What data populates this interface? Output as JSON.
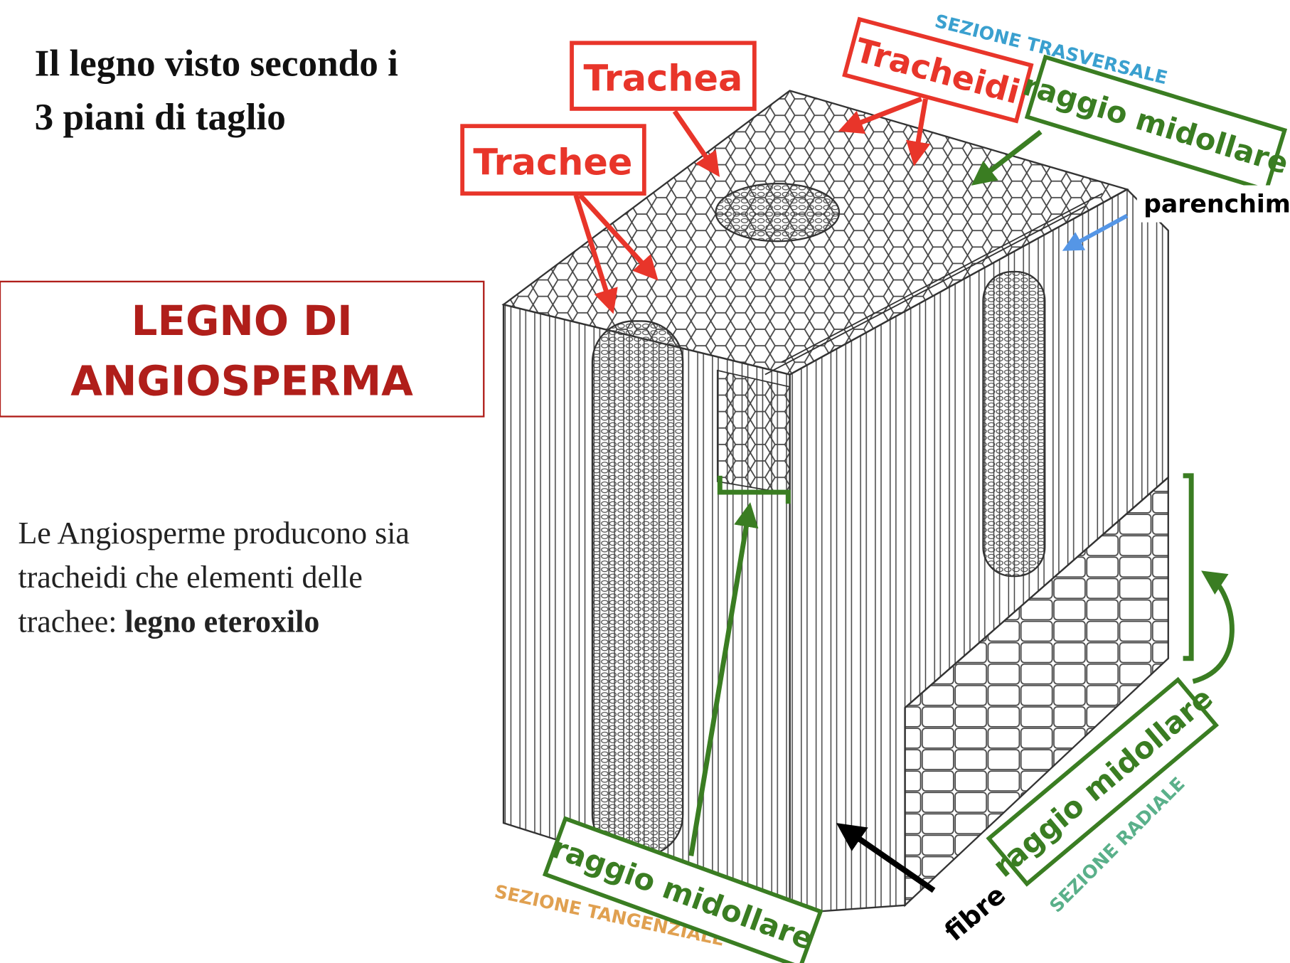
{
  "title": {
    "line1": "Il legno visto secondo i",
    "line2": "3 piani di taglio"
  },
  "heading": {
    "line1": "LEGNO DI",
    "line2": "ANGIOSPERMA"
  },
  "paragraph": {
    "line1": "Le Angiosperme producono sia",
    "line2": "tracheidi che elementi delle",
    "line3_prefix": "trachee: ",
    "line3_bold": "legno eteroxilo"
  },
  "labels": {
    "trachea": "Trachea",
    "trachee": "Trachee",
    "tracheidi": "Tracheidi",
    "raggio_top": "raggio midollare",
    "parenchima": "parenchima",
    "raggio_bottom": "raggio midollare",
    "raggio_right": "raggio midollare",
    "fibre": "fibre"
  },
  "sections": {
    "trasversale": "SEZIONE TRASVERSALE",
    "tangenziale": "SEZIONE TANGENZIALE",
    "radiale": "SEZIONE RADIALE"
  },
  "colors": {
    "red": "#e8352a",
    "dark_red": "#b01e1a",
    "green": "#3a7d22",
    "blue": "#5596e6",
    "blue_label": "#3aa0cf",
    "orange_label": "#e0a050",
    "green_label": "#5ab08a"
  }
}
